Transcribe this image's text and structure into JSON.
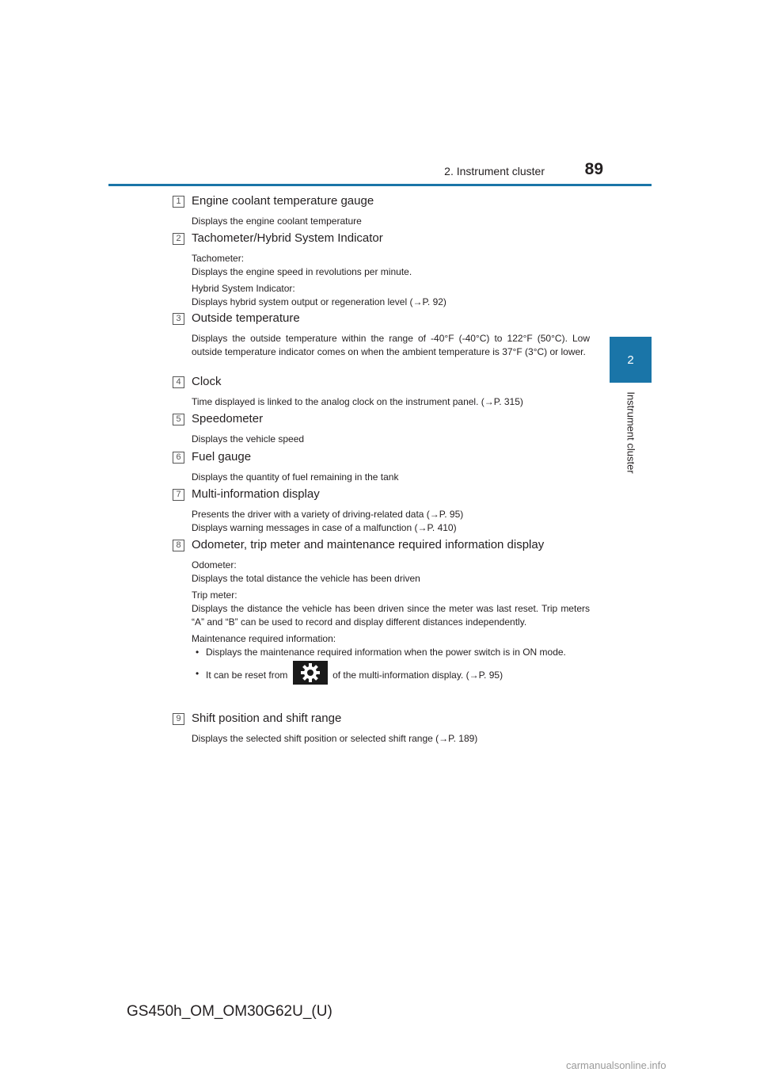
{
  "header": {
    "section": "2. Instrument cluster",
    "page_number": "89"
  },
  "side_tab": {
    "chapter_number": "2",
    "chapter_title": "Instrument cluster"
  },
  "items": [
    {
      "number": "1",
      "title": "Engine coolant temperature gauge",
      "desc": "Displays the engine coolant temperature"
    },
    {
      "number": "2",
      "title": "Tachometer/Hybrid System Indicator",
      "para1_l1": "Tachometer:",
      "para1_l2": "Displays the engine speed in revolutions per minute.",
      "para2_l1": "Hybrid System Indicator:",
      "para2_l2": "Displays hybrid system output or regeneration level (→P. 92)"
    },
    {
      "number": "3",
      "title": "Outside temperature",
      "desc": "Displays the outside temperature within the range of -40°F (-40°C) to 122°F (50°C). Low outside temperature indicator comes on when the ambient temperature is 37°F (3°C) or lower."
    },
    {
      "number": "4",
      "title": "Clock",
      "desc": "Time displayed is linked to the analog clock on the instrument panel. (→P. 315)"
    },
    {
      "number": "5",
      "title": "Speedometer",
      "desc": "Displays the vehicle speed"
    },
    {
      "number": "6",
      "title": "Fuel gauge",
      "desc": "Displays the quantity of fuel remaining in the tank"
    },
    {
      "number": "7",
      "title": "Multi-information display",
      "l1": "Presents the driver with a variety of driving-related data (→P. 95)",
      "l2": "Displays warning messages in case of a malfunction (→P. 410)"
    },
    {
      "number": "8",
      "title": "Odometer, trip meter and maintenance required information display",
      "odo_l1": "Odometer:",
      "odo_l2": "Displays the total distance the vehicle has been driven",
      "trip_l1": "Trip meter:",
      "trip_l2": "Displays the distance the vehicle has been driven since the meter was last reset. Trip meters “A” and “B” can be used to record and display different distances independently.",
      "maint_l1": "Maintenance required information:",
      "bullet_dot": "•",
      "bullet1": "Displays the maintenance required information when the power switch is in ON mode.",
      "bullet2_pre": "It can be reset from",
      "bullet2_post": "of the multi-information display. (→P. 95)",
      "icon": "gear-icon"
    },
    {
      "number": "9",
      "title": "Shift position and shift range",
      "desc": "Displays the selected shift position or selected shift range (→P. 189)"
    }
  ],
  "footer": {
    "doc_code": "GS450h_OM_OM30G62U_(U)"
  },
  "watermark": "carmanualsonline.info",
  "colors": {
    "accent": "#1a75a8",
    "text": "#231f20"
  }
}
